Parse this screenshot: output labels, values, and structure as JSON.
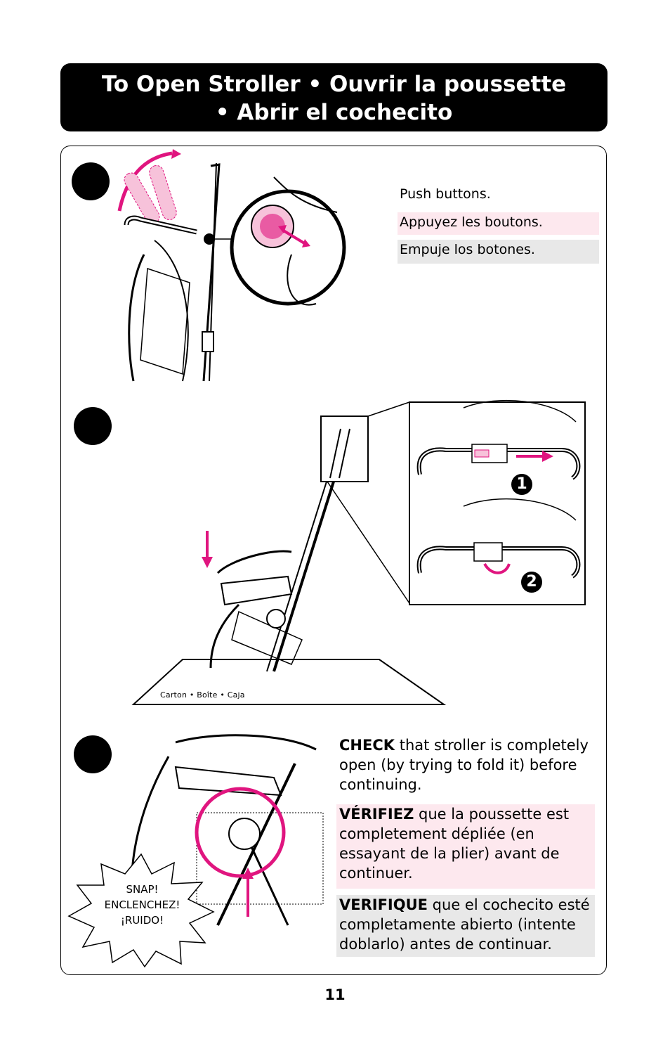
{
  "header": {
    "line1": "To Open Stroller  •  Ouvrir la poussette",
    "line2": "•  Abrir el cochecito"
  },
  "step1": {
    "en": "Push buttons.",
    "fr": "Appuyez les boutons.",
    "es": "Empuje los botones."
  },
  "step2": {
    "carton_label": "Carton  •  Boîte  •  Caja",
    "marker1": "1",
    "marker2": "2"
  },
  "step3": {
    "en_bold": "CHECK",
    "en_text": " that stroller is completely open (by trying to fold it) before continuing.",
    "fr_bold": "VÉRIFIEZ",
    "fr_text": " que la poussette est completement dépliée (en essayant de la plier) avant de continuer.",
    "es_bold": "VERIFIQUE",
    "es_text": " que el cochecito esté completamente abierto (intente doblarlo) antes de continuar.",
    "snap_line1": "SNAP!",
    "snap_line2": "ENCLENCHEZ!",
    "snap_line3": "¡RUIDO!"
  },
  "page_number": "11",
  "colors": {
    "accent": "#e0157f",
    "pink_bg": "#fde8ee",
    "gray_bg": "#e8e8e8"
  }
}
